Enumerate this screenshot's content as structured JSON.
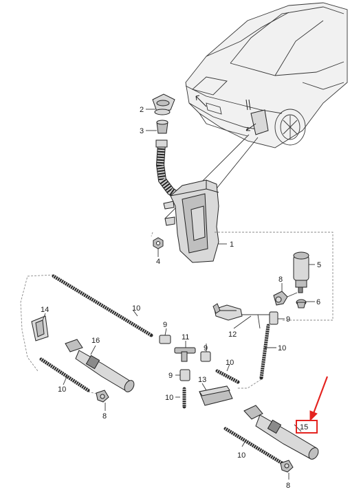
{
  "labels": {
    "p1": "1",
    "p2": "2",
    "p3": "3",
    "p4": "4",
    "p5": "5",
    "p6": "6",
    "p8a": "8",
    "p8b": "8",
    "p8c": "8",
    "p9a": "9",
    "p9b": "9",
    "p9c": "9",
    "p9d": "9",
    "p10a": "10",
    "p10b": "10",
    "p10c": "10",
    "p10d": "10",
    "p10e": "10",
    "p10f": "10",
    "p11": "11",
    "p12": "12",
    "p13": "13",
    "p14": "14",
    "p15": "15",
    "p16": "16"
  },
  "colors": {
    "highlight": "#e4231f",
    "line": "#222222",
    "part_fill": "#bfbfbf"
  },
  "icons": {
    "arrow": "red-arrow-pointing-to-15"
  }
}
